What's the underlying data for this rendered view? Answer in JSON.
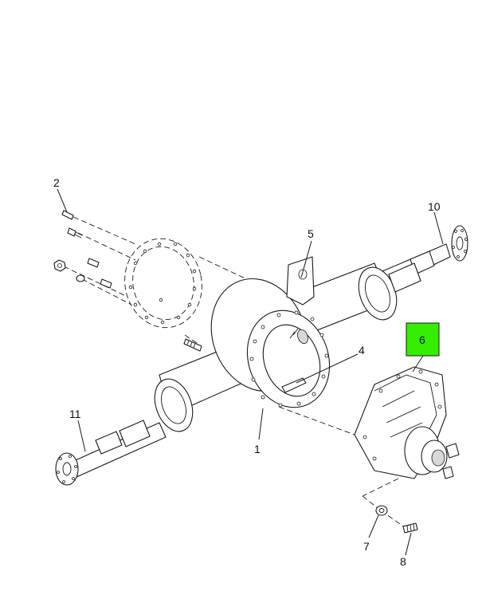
{
  "diagram": {
    "highlight_color": "#33ee00",
    "callouts": [
      {
        "id": "c1",
        "label": "1"
      },
      {
        "id": "c2",
        "label": "2"
      },
      {
        "id": "c4",
        "label": "4"
      },
      {
        "id": "c5",
        "label": "5"
      },
      {
        "id": "c6",
        "label": "6",
        "highlighted": true
      },
      {
        "id": "c7",
        "label": "7"
      },
      {
        "id": "c8",
        "label": "8"
      },
      {
        "id": "c10",
        "label": "10"
      },
      {
        "id": "c11",
        "label": "11"
      }
    ]
  }
}
